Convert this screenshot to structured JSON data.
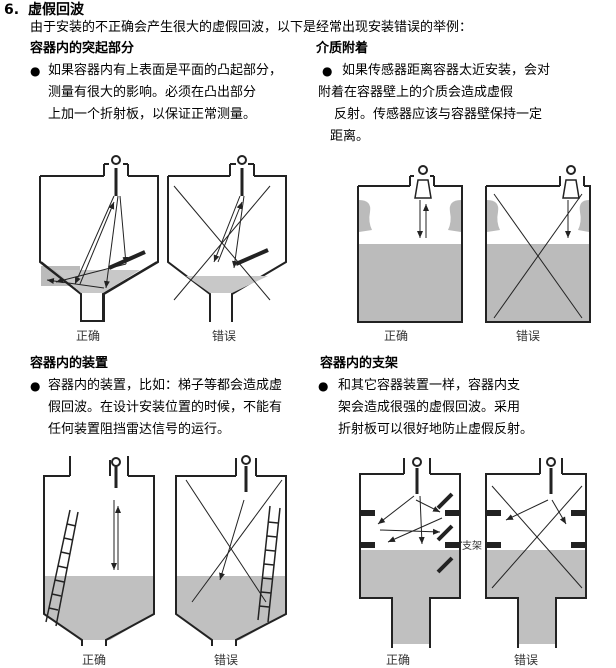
{
  "section": {
    "number": "6.",
    "title": "虚假回波",
    "intro": "由于安装的不正确会产生很大的虚假回波，以下是经常出现安装错误的举例："
  },
  "blocks": {
    "protrusion": {
      "heading": "容器内的突起部分",
      "bullet": "●",
      "lines": [
        "如果容器内有上表面是平面的凸起部分，",
        "测量有很大的影响。必须在凸出部分",
        "上加一个折射板，以保证正常测量。"
      ]
    },
    "adhesion": {
      "heading": "介质附着",
      "bullet": "●",
      "lines": [
        "如果传感器距离容器太近安装，会对",
        "附着在容器壁上的介质会造成虚假",
        "反射。传感器应该与容器壁保持一定",
        "距离。"
      ]
    },
    "fixtures": {
      "heading": "容器内的装置",
      "bullet": "●",
      "lines": [
        "容器内的装置，比如：梯子等都会造成虚",
        "假回波。在设计安装位置的时候，不能有",
        "任何装置阻挡雷达信号的运行。"
      ]
    },
    "brackets": {
      "heading": "容器内的支架",
      "bullet": "●",
      "lines": [
        "和其它容器装置一样，容器内支",
        "架会造成很强的虚假回波。采用",
        "折射板可以很好地防止虚假反射。"
      ],
      "annotation": "支架"
    }
  },
  "captions": {
    "correct": "正确",
    "wrong": "错误"
  }
}
